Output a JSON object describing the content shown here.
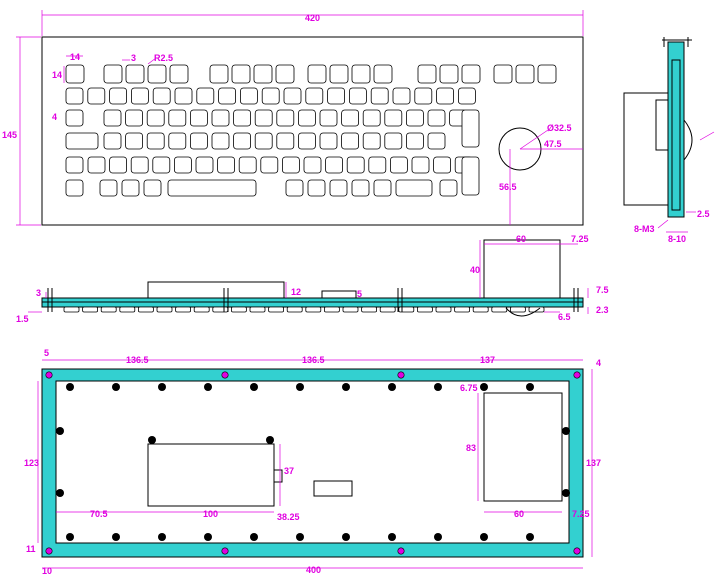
{
  "top_view": {
    "dims": {
      "overall_width": "420",
      "overall_height": "145",
      "key_w": "14",
      "key_h": "14",
      "key_gap": "3",
      "corner_radius": "R2.5",
      "indent": "4",
      "trackball_dia": "Ø32.5",
      "trackball_x": "47.5",
      "trackball_y": "56.5"
    }
  },
  "side_view": {
    "dims": {
      "panel_t": "2.5",
      "mount": "8-M3",
      "thread": "8-10"
    }
  },
  "front_view": {
    "dims": {
      "left_post": "3",
      "left_base": "1.5",
      "box_h": "12",
      "connector": "5",
      "module_w": "60",
      "module_off": "7.25",
      "module_h": "40",
      "right_top": "7.5",
      "right_base": "2.3",
      "ball_drop": "6.5"
    }
  },
  "bottom_view": {
    "dims": {
      "corner": "5",
      "seg1": "136.5",
      "seg2": "136.5",
      "seg3": "137",
      "right_corner": "4",
      "inner_h": "123",
      "outer_h": "137",
      "bottom_off": "11",
      "bottom_corner": "10",
      "bottom_total": "400",
      "plate_off": "6.75",
      "plate_h": "83",
      "plate_w": "60",
      "plate_side": "7.25",
      "box_x": "70.5",
      "box_w": "100",
      "box_h": "37",
      "box_y": "38.25"
    }
  }
}
